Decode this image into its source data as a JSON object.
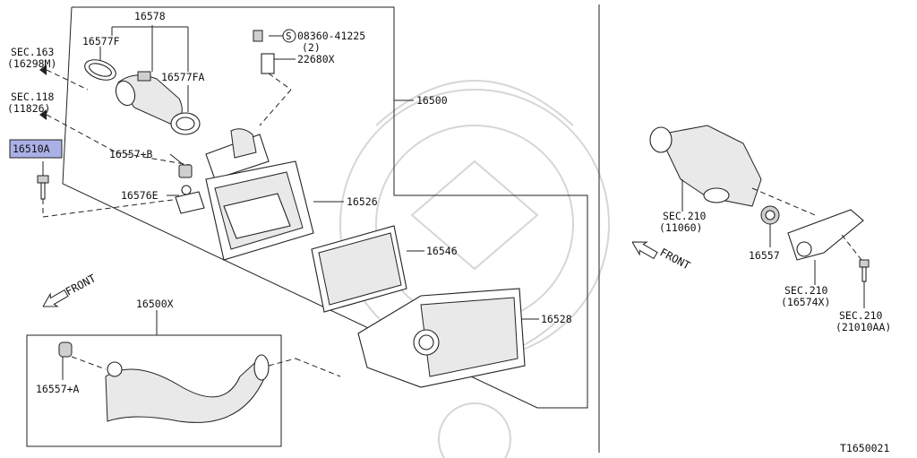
{
  "diagram_id": "T1650021",
  "labels": {
    "p16578": "16578",
    "p16577F": "16577F",
    "p16577FA": "16577FA",
    "bolt_code": "08360-41225",
    "bolt_qty": "(2)",
    "bolt_circle": "S",
    "p22680X": "22680X",
    "p16500": "16500",
    "sec163": "SEC.163",
    "sec163_sub": "(16298M)",
    "sec118": "SEC.118",
    "sec118_sub": "(11826)",
    "p16510A": "16510A",
    "p16557B": "16557+B",
    "p16576E": "16576E",
    "p16526": "16526",
    "p16546": "16546",
    "p16528": "16528",
    "p16500X": "16500X",
    "p16557A": "16557+A",
    "front_left": "FRONT",
    "front_right": "FRONT",
    "sec210_a": "SEC.210",
    "sec210_a_sub": "(11060)",
    "p16557": "16557",
    "sec210_b": "SEC.210",
    "sec210_b_sub": "(16574X)",
    "sec210_c": "SEC.210",
    "sec210_c_sub": "(21010AA)"
  },
  "colors": {
    "highlight": "#aab0e6",
    "line": "#222222",
    "watermark": "#d6d6d6"
  }
}
